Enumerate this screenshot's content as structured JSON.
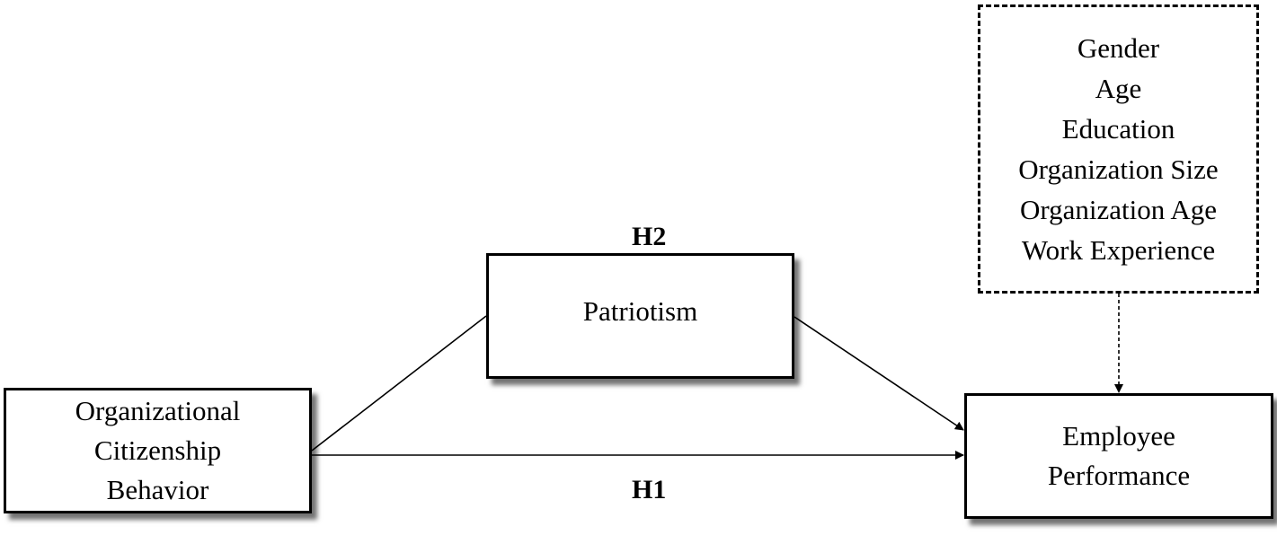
{
  "nodes": {
    "ocb": {
      "lines": [
        "Organizational",
        "Citizenship",
        "Behavior"
      ]
    },
    "patriotism": {
      "lines": [
        "Patriotism"
      ]
    },
    "employee_performance": {
      "lines": [
        "Employee",
        "Performance"
      ]
    },
    "controls": {
      "lines": [
        "Gender",
        "Age",
        "Education",
        "Organization Size",
        "Organization Age",
        "Work Experience"
      ]
    }
  },
  "hypotheses": {
    "h1": "H1",
    "h2": "H2"
  },
  "edges": [
    {
      "from": "Organizational Citizenship Behavior",
      "to": "Patriotism",
      "style": "solid",
      "arrow": false
    },
    {
      "from": "Patriotism",
      "to": "Employee Performance",
      "style": "solid",
      "arrow": true
    },
    {
      "from": "Organizational Citizenship Behavior",
      "to": "Employee Performance",
      "style": "solid",
      "arrow": true
    },
    {
      "from": "Control variables",
      "to": "Employee Performance",
      "style": "dashed",
      "arrow": true
    }
  ]
}
